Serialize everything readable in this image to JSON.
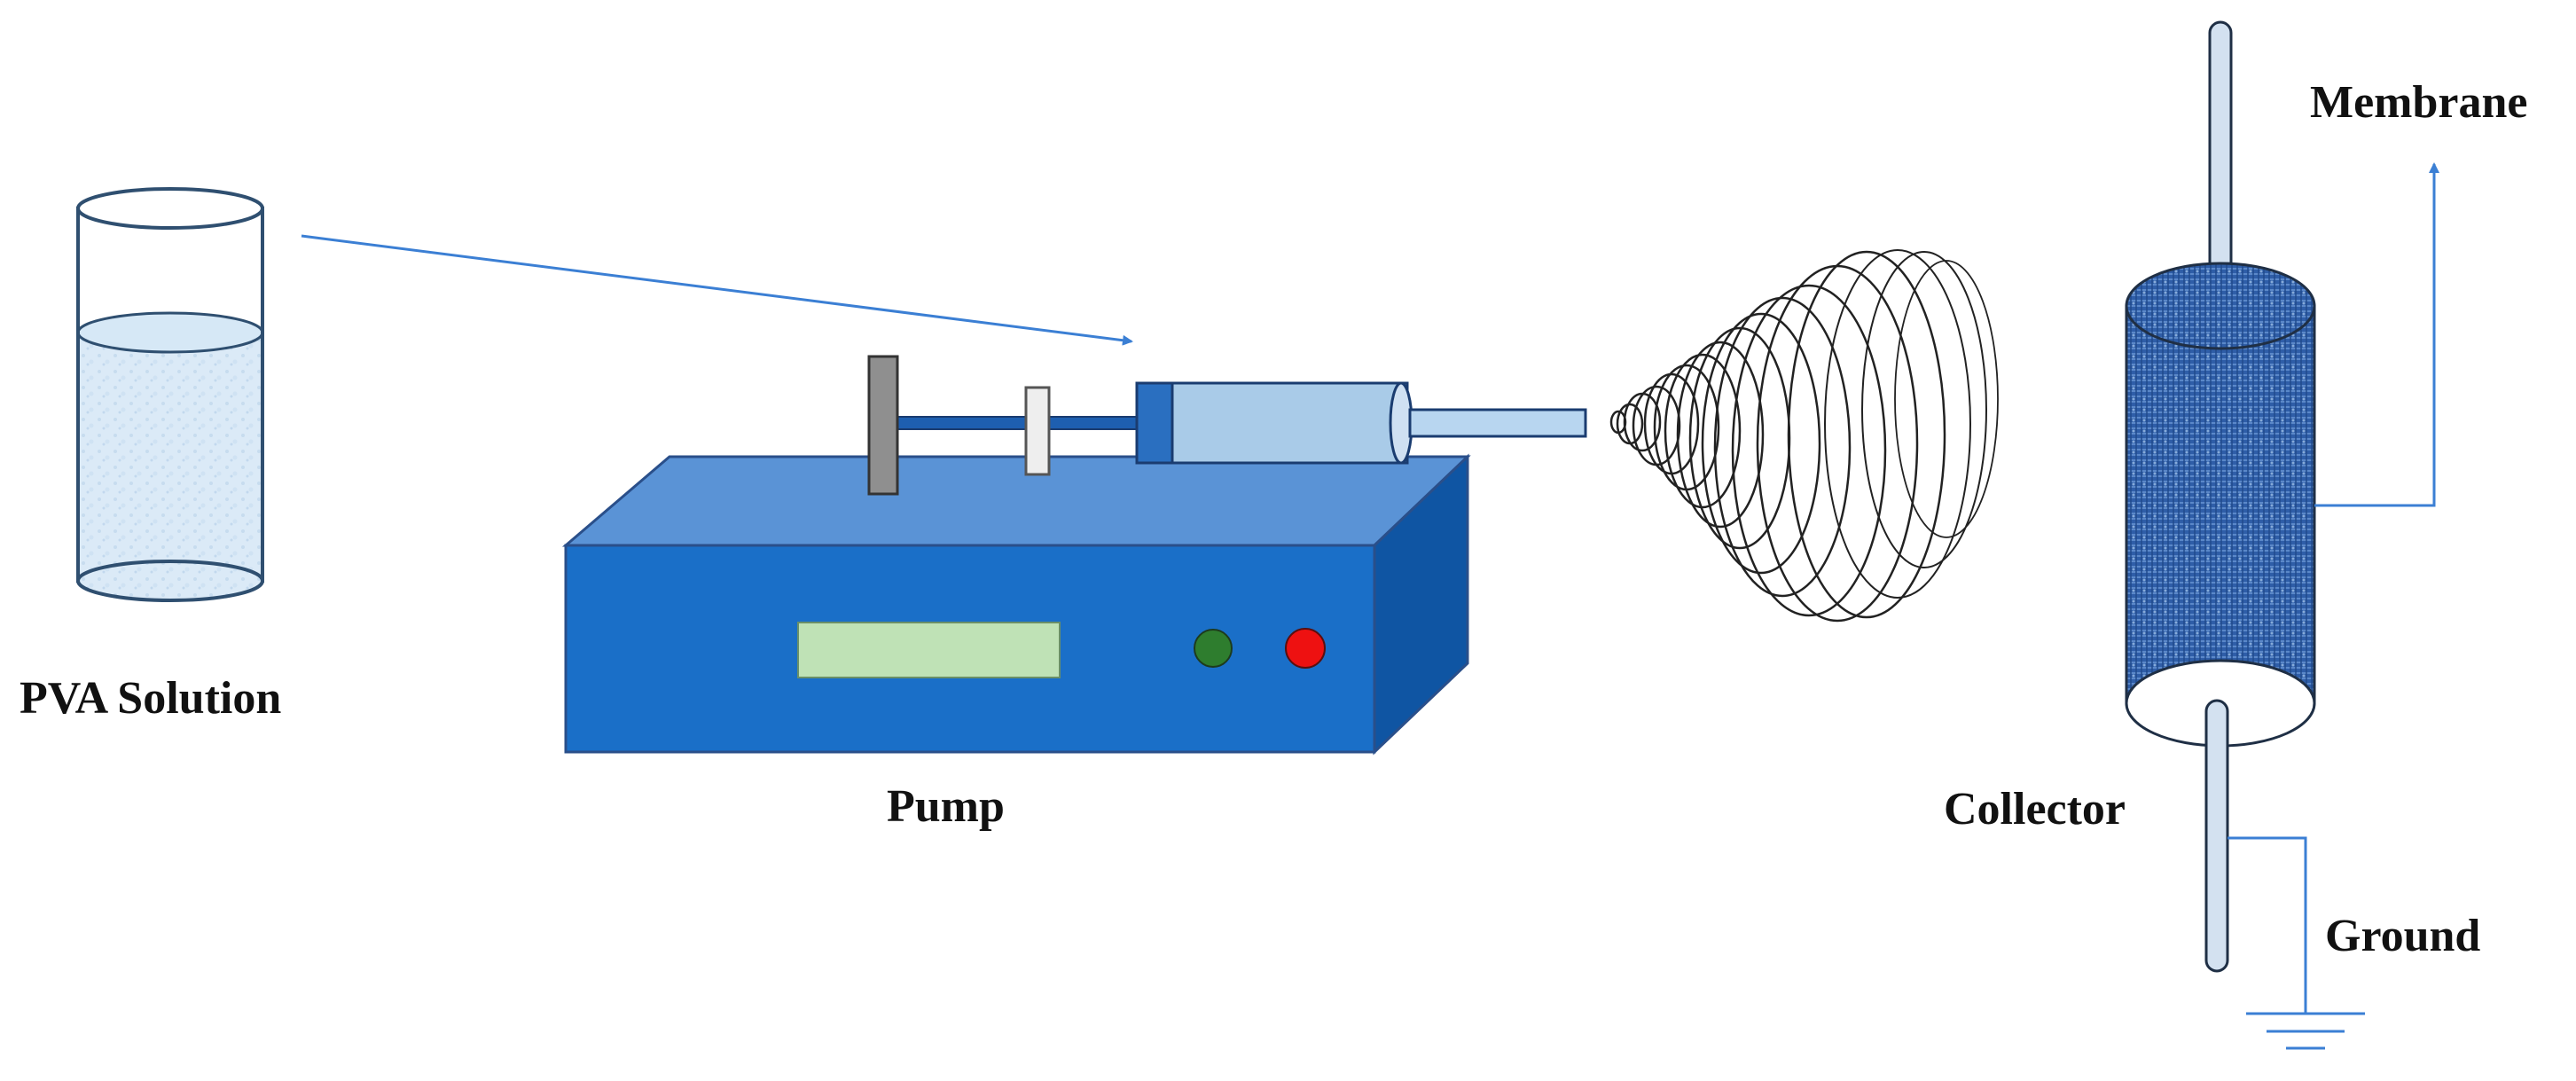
{
  "labels": {
    "pva_solution": "PVA Solution",
    "pump": "Pump",
    "collector": "Collector",
    "membrane": "Membrane",
    "ground": "Ground"
  },
  "colors": {
    "pump_front": "#1a6fc8",
    "pump_top": "#5a93d6",
    "pump_side": "#0f55a3",
    "display": "#bfe2b6",
    "green_button": "#2e7d2e",
    "red_button": "#ee1111",
    "syringe_barrel": "#a9cbe8",
    "syringe_end": "#2a6fc0",
    "liquid": "#d6e8f6",
    "collector_mesh": "#3f6db3",
    "arrow": "#3b7fd4",
    "outline": "#222222"
  }
}
